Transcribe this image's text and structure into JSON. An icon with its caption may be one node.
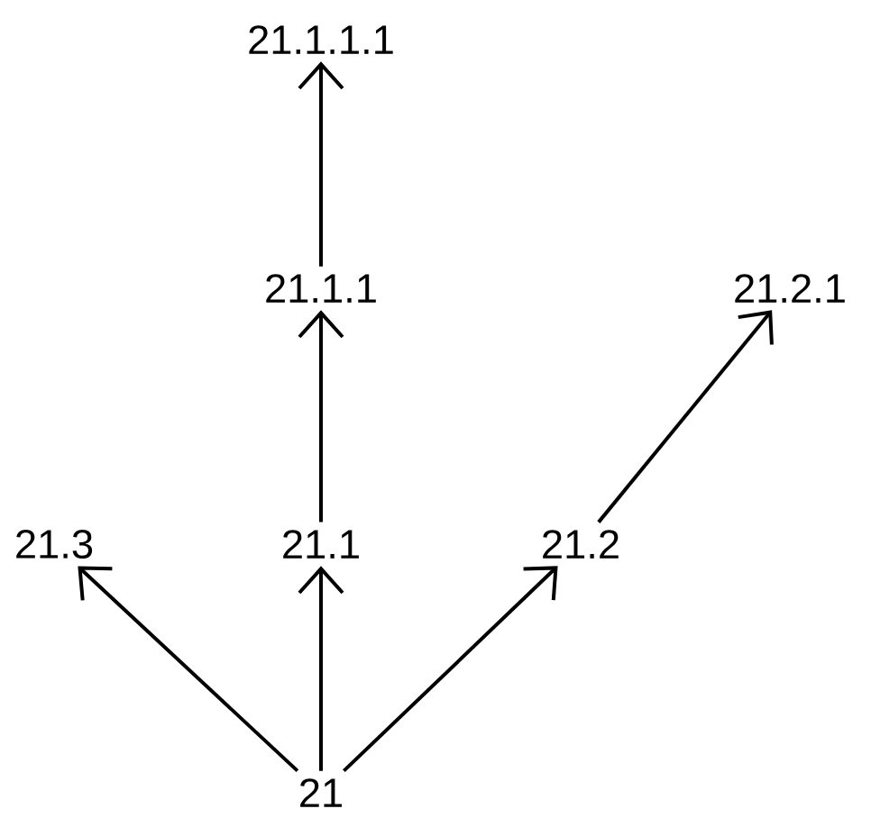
{
  "diagram": {
    "nodes": [
      {
        "text": [
          "21.1.1.1"
        ]
      },
      {
        "text": [
          "21.1.1"
        ]
      },
      {
        "text": [
          "21.2.1"
        ]
      },
      {
        "text": [
          "21.3"
        ]
      },
      {
        "text": [
          "21.1"
        ]
      },
      {
        "text": [
          "21.2"
        ]
      },
      {
        "text": [
          "21"
        ]
      }
    ],
    "edges": [
      {
        "from": 6,
        "to": 3,
        "arrow": "to"
      },
      {
        "from": 6,
        "to": 4,
        "arrow": "to"
      },
      {
        "from": 6,
        "to": 5,
        "arrow": "to"
      },
      {
        "from": 4,
        "to": 1,
        "arrow": "to"
      },
      {
        "from": 1,
        "to": 0,
        "arrow": "to"
      },
      {
        "from": 5,
        "to": 2,
        "arrow": "to"
      }
    ]
  }
}
